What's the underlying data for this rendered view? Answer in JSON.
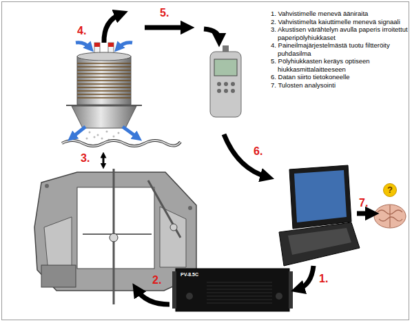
{
  "diagram": {
    "nodes": [
      {
        "text": [
          "?"
        ]
      }
    ],
    "labels": [
      "4.",
      "5.",
      "1. Vahvistimelle menevä ääniraita",
      "2. Vahvistimelta kaiuttimelle menevä signaali",
      "3. Akustisen värähtelyn avulla paperis irroitettut paperipölyhiukkaset",
      "4. Paineilmajärjestelmästä tuotu filtteröity puhdasilma",
      "5. Pölyhiukkasten keräys optiseen hiukkasmittalaitteeseen",
      "6. Datan siirto tietokoneelle",
      "7. Tulosten analysointi",
      "3.",
      "6.",
      "7.",
      "1.",
      "2.",
      "PV-8.5C"
    ]
  }
}
